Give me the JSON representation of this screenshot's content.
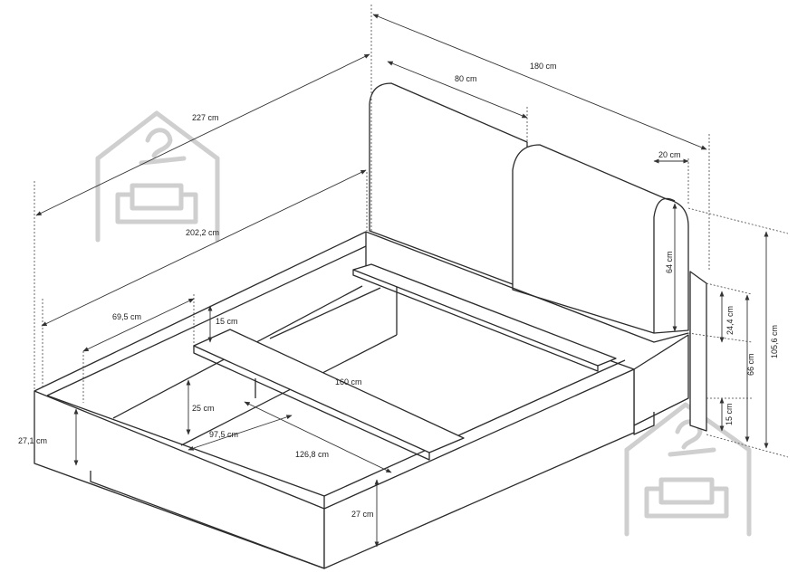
{
  "diagram": {
    "dimensions": {
      "width_180": "180 cm",
      "headboard_80": "80 cm",
      "length_227": "227 cm",
      "length_202": "202,2 cm",
      "depth_20": "20 cm",
      "head_64": "64 cm",
      "side_24": "24,4 cm",
      "side_66": "66 cm",
      "height_105": "105,6 cm",
      "leg_15r": "15 cm",
      "inner_69": "69,5 cm",
      "slat_15": "15 cm",
      "inner_160": "160 cm",
      "inner_25": "25 cm",
      "inner_97": "97,5 cm",
      "inner_126": "126,8 cm",
      "frame_27_1": "27,1 cm",
      "frame_27": "27 cm"
    },
    "icons": [
      "house-sofa-icon",
      "house-sofa-icon"
    ]
  }
}
